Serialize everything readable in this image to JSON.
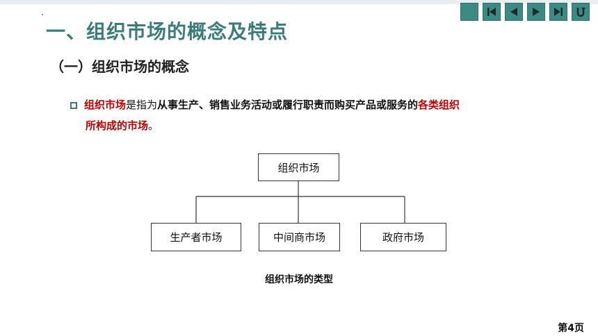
{
  "slide": {
    "title": "一、组织市场的概念及特点",
    "subtitle": "（一）组织市场的概念",
    "bullet": {
      "part1_red": "组织市场",
      "part2": "是指为",
      "part3": "从事生产、销售业务活动或履行职责而购买产品或服务的",
      "part4_red": "各类组织",
      "part5": "所构成的市场",
      "part6": "。"
    },
    "chart": {
      "root": "组织市场",
      "children": [
        "生产者市场",
        "中间商市场",
        "政府市场"
      ],
      "caption": "组织市场的类型"
    },
    "page_number": "第4页"
  },
  "nav": {
    "buttons": [
      {
        "icon": "stop-icon"
      },
      {
        "icon": "first-page-icon"
      },
      {
        "icon": "previous-icon"
      },
      {
        "icon": "next-icon"
      },
      {
        "icon": "last-page-icon"
      },
      {
        "icon": "return-icon"
      }
    ]
  },
  "colors": {
    "accent": "#3a7d78",
    "nav_button": "#3b8a84",
    "highlight_red": "#c00000"
  }
}
